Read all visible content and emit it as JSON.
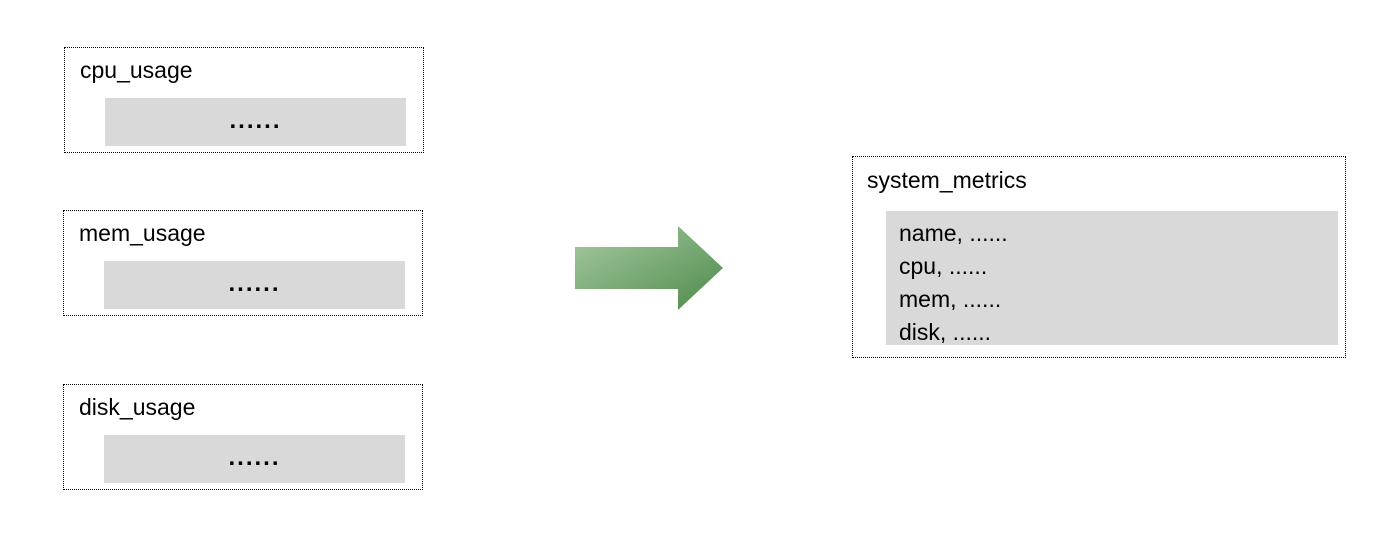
{
  "sources": [
    {
      "label": "cpu_usage",
      "bar_text": "......"
    },
    {
      "label": "mem_usage",
      "bar_text": "......"
    },
    {
      "label": "disk_usage",
      "bar_text": "......"
    }
  ],
  "result": {
    "label": "system_metrics",
    "fields": [
      "name, ......",
      "cpu, ......",
      "mem, ......",
      "disk, ......"
    ]
  },
  "arrow": {
    "gradient_start": "#a8cba2",
    "gradient_end": "#4d8a4b"
  },
  "colors": {
    "bar_fill": "#d9d9d9",
    "border": "#000000",
    "background": "#ffffff",
    "text": "#000000"
  }
}
